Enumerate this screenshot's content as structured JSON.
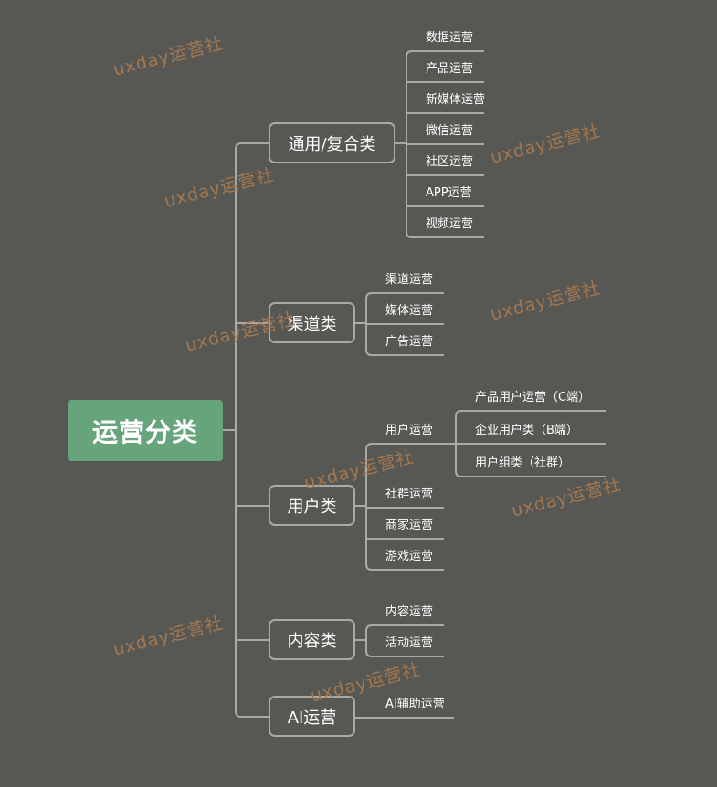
{
  "root": {
    "label": "运营分类"
  },
  "categories": [
    {
      "label": "通用/复合类",
      "children": [
        "数据运营",
        "产品运营",
        "新媒体运营",
        "微信运营",
        "社区运营",
        "APP运营",
        "视频运营"
      ]
    },
    {
      "label": "渠道类",
      "children": [
        "渠道运营",
        "媒体运营",
        "广告运营"
      ]
    },
    {
      "label": "用户类",
      "children": [
        "用户运营",
        "社群运营",
        "商家运营",
        "游戏运营"
      ],
      "sub_children": [
        "产品用户运营（C端）",
        "企业用户类（B端）",
        "用户组类（社群）"
      ]
    },
    {
      "label": "内容类",
      "children": [
        "内容运营",
        "活动运营"
      ]
    },
    {
      "label": "AI运营",
      "children": [
        "AI辅助运营"
      ]
    }
  ],
  "watermark": "uxday运营社",
  "colors": {
    "background": "#575854",
    "root": "#66a57b",
    "line": "#a9aaa6",
    "watermark": "#a8794f"
  }
}
